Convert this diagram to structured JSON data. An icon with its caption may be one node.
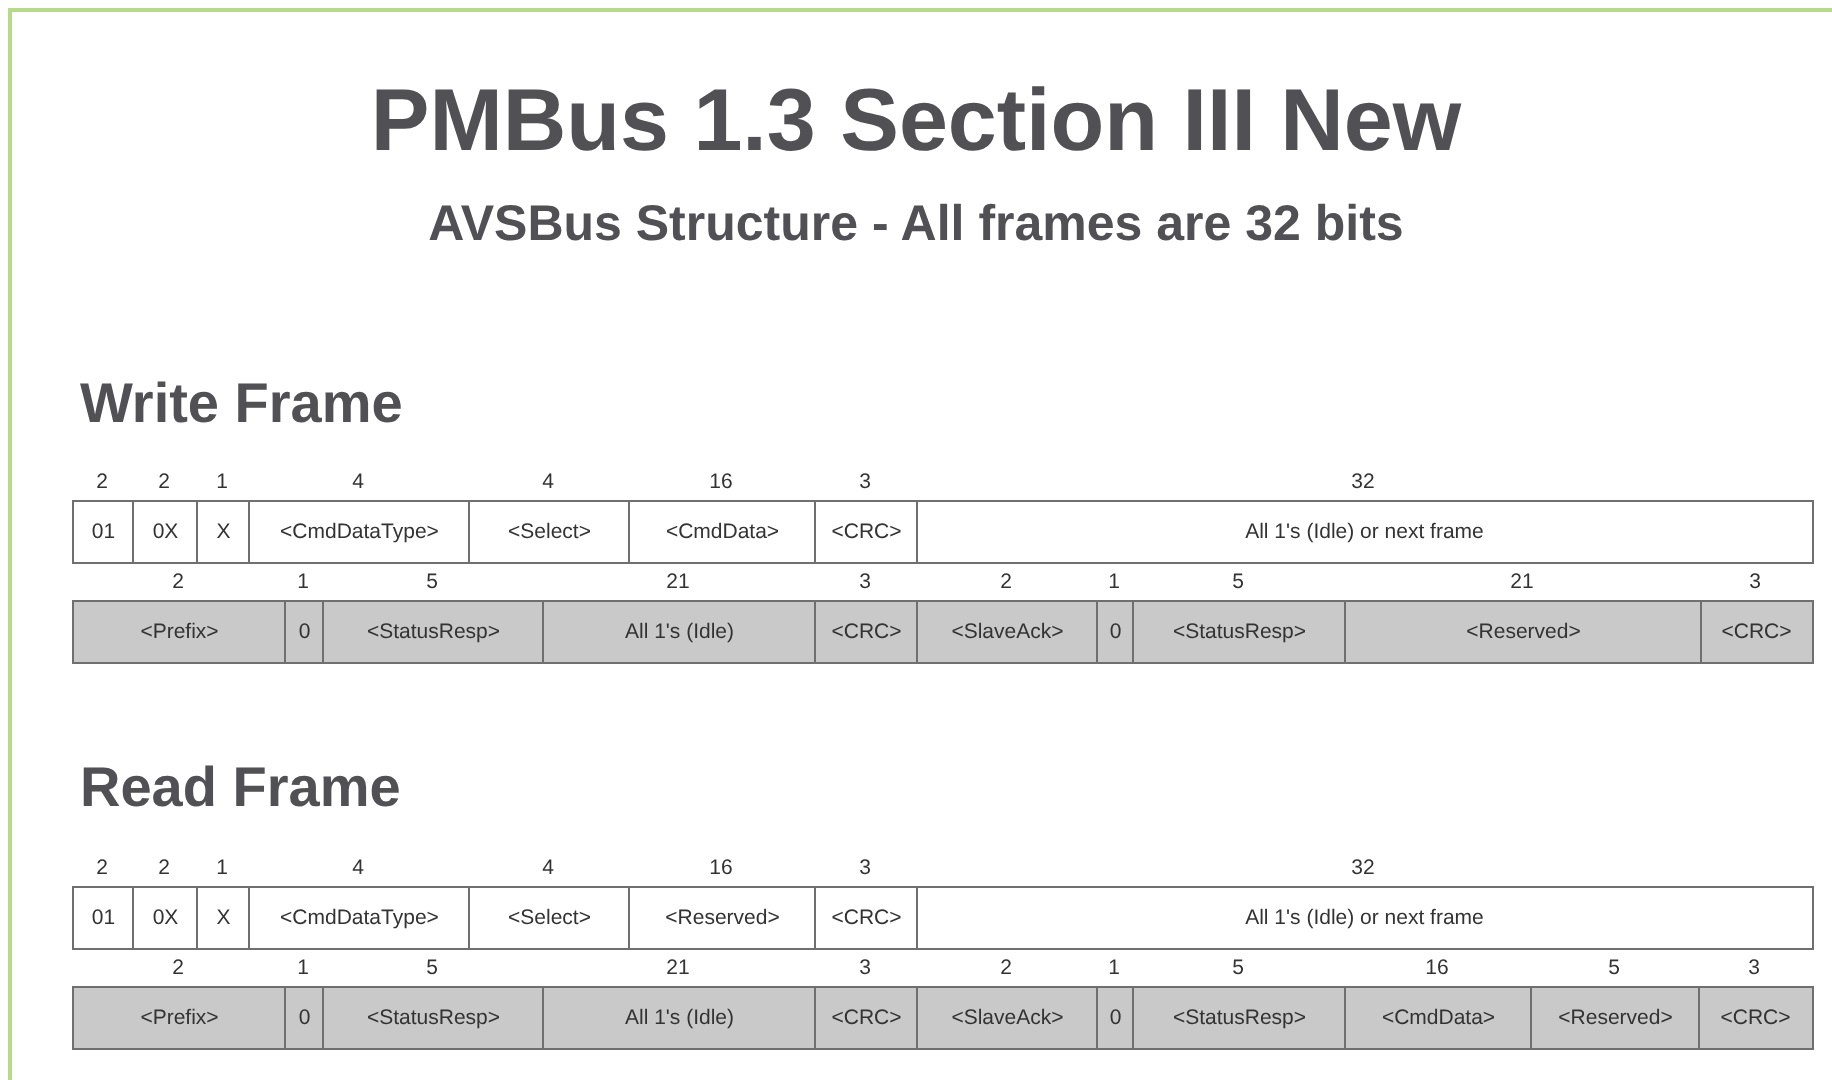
{
  "diagram": {
    "title": "PMBus 1.3 Section III New",
    "nodes": [
      {
        "text": [
          "01"
        ],
        "beside": [
          "2"
        ]
      },
      {
        "text": [
          "0X"
        ],
        "beside": [
          "2"
        ]
      },
      {
        "text": [
          "X"
        ],
        "beside": [
          "1"
        ]
      },
      {
        "text": [
          "<CmdDataType>"
        ],
        "beside": [
          "4"
        ]
      },
      {
        "text": [
          "<Select>"
        ],
        "beside": [
          "4"
        ]
      },
      {
        "text": [
          "<CmdData>"
        ],
        "beside": [
          "16"
        ]
      },
      {
        "text": [
          "<CRC>"
        ],
        "beside": [
          "3"
        ]
      },
      {
        "text": [
          "All 1's (Idle) or next frame"
        ],
        "beside": [
          "32"
        ]
      },
      {
        "text": [
          "<Prefix>"
        ],
        "beside": [
          "2"
        ]
      },
      {
        "text": [
          "0"
        ],
        "beside": [
          "1"
        ]
      },
      {
        "text": [
          "<StatusResp>"
        ],
        "beside": [
          "5"
        ]
      },
      {
        "text": [
          "All 1's (Idle)"
        ],
        "beside": [
          "21"
        ]
      },
      {
        "text": [
          "<CRC>"
        ],
        "beside": [
          "3"
        ]
      },
      {
        "text": [
          "<SlaveAck>"
        ],
        "beside": [
          "2"
        ]
      },
      {
        "text": [
          "0"
        ],
        "beside": [
          "1"
        ]
      },
      {
        "text": [
          "<StatusResp>"
        ],
        "beside": [
          "5"
        ]
      },
      {
        "text": [
          "<Reserved>"
        ],
        "beside": [
          "21"
        ]
      },
      {
        "text": [
          "<CRC>"
        ],
        "beside": [
          "3"
        ]
      },
      {
        "text": [
          "01"
        ],
        "beside": [
          "2"
        ]
      },
      {
        "text": [
          "0X"
        ],
        "beside": [
          "2"
        ]
      },
      {
        "text": [
          "X"
        ],
        "beside": [
          "1"
        ]
      },
      {
        "text": [
          "<CmdDataType>"
        ],
        "beside": [
          "4"
        ]
      },
      {
        "text": [
          "<Select>"
        ],
        "beside": [
          "4"
        ]
      },
      {
        "text": [
          "<Reserved>"
        ],
        "beside": [
          "16"
        ]
      },
      {
        "text": [
          "<CRC>"
        ],
        "beside": [
          "3"
        ]
      },
      {
        "text": [
          "All 1's (Idle) or next frame"
        ],
        "beside": [
          "32"
        ]
      },
      {
        "text": [
          "<Prefix>"
        ],
        "beside": [
          "2"
        ]
      },
      {
        "text": [
          "0"
        ],
        "beside": [
          "1"
        ]
      },
      {
        "text": [
          "<StatusResp>"
        ],
        "beside": [
          "5"
        ]
      },
      {
        "text": [
          "All 1's (Idle)"
        ],
        "beside": [
          "21"
        ]
      },
      {
        "text": [
          "<CRC>"
        ],
        "beside": [
          "3"
        ]
      },
      {
        "text": [
          "<SlaveAck>"
        ],
        "beside": [
          "2"
        ]
      },
      {
        "text": [
          "0"
        ],
        "beside": [
          "1"
        ]
      },
      {
        "text": [
          "<StatusResp>"
        ],
        "beside": [
          "5"
        ]
      },
      {
        "text": [
          "<CmdData>"
        ],
        "beside": [
          "16"
        ]
      },
      {
        "text": [
          "<Reserved>"
        ],
        "beside": [
          "5"
        ]
      },
      {
        "text": [
          "<CRC>"
        ],
        "beside": [
          "3"
        ]
      }
    ],
    "labels": [
      "**AVSBus Structure** - All frames are 32 bits",
      "Write Frame",
      "Read Frame"
    ]
  }
}
